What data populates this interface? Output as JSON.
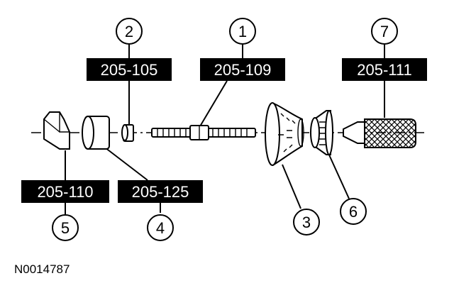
{
  "figure_id": "N0014787",
  "callouts": [
    {
      "number": "1",
      "tool": "205-109"
    },
    {
      "number": "2",
      "tool": "205-105"
    },
    {
      "number": "3",
      "tool": ""
    },
    {
      "number": "4",
      "tool": "205-125"
    },
    {
      "number": "5",
      "tool": "205-110"
    },
    {
      "number": "6",
      "tool": ""
    },
    {
      "number": "7",
      "tool": "205-111"
    }
  ],
  "colors": {
    "line": "#000000",
    "tag_fill": "#000000",
    "tag_text": "#ffffff",
    "background": "#ffffff"
  }
}
